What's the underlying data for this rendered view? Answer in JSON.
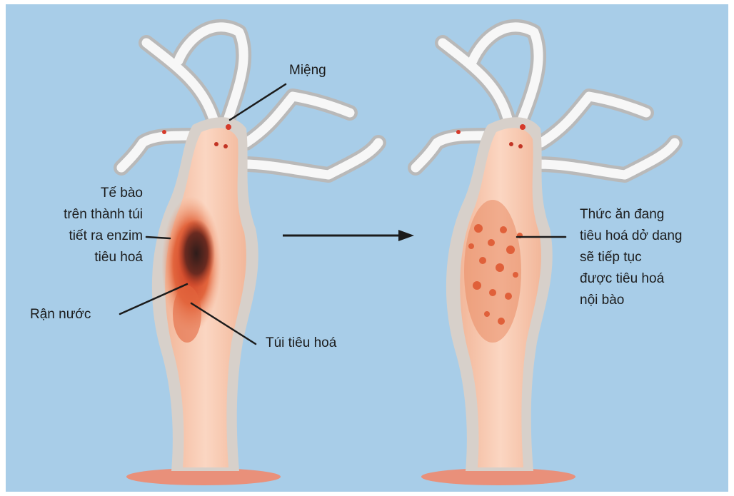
{
  "labels": {
    "mouth": "Miệng",
    "secreting_cells": "Tế bào\ntrên thành túi\ntiết ra enzim\ntiêu hoá",
    "water_flea": "Rận nước",
    "digestive_sac": "Túi tiêu hoá",
    "partially_digested": "Thức ăn đang\ntiêu hoá dở dang\nsẽ tiếp tục\nđược tiêu hoá\nnội bào"
  },
  "colors": {
    "background": "#a8cde8",
    "body": "#f6c3a8",
    "body_wall": "#d9d2cc",
    "tentacle": "#f4f4f4",
    "digestive_tissue": "#e0603a",
    "prey": "#5a2620",
    "arrow": "#1b1b1b"
  }
}
